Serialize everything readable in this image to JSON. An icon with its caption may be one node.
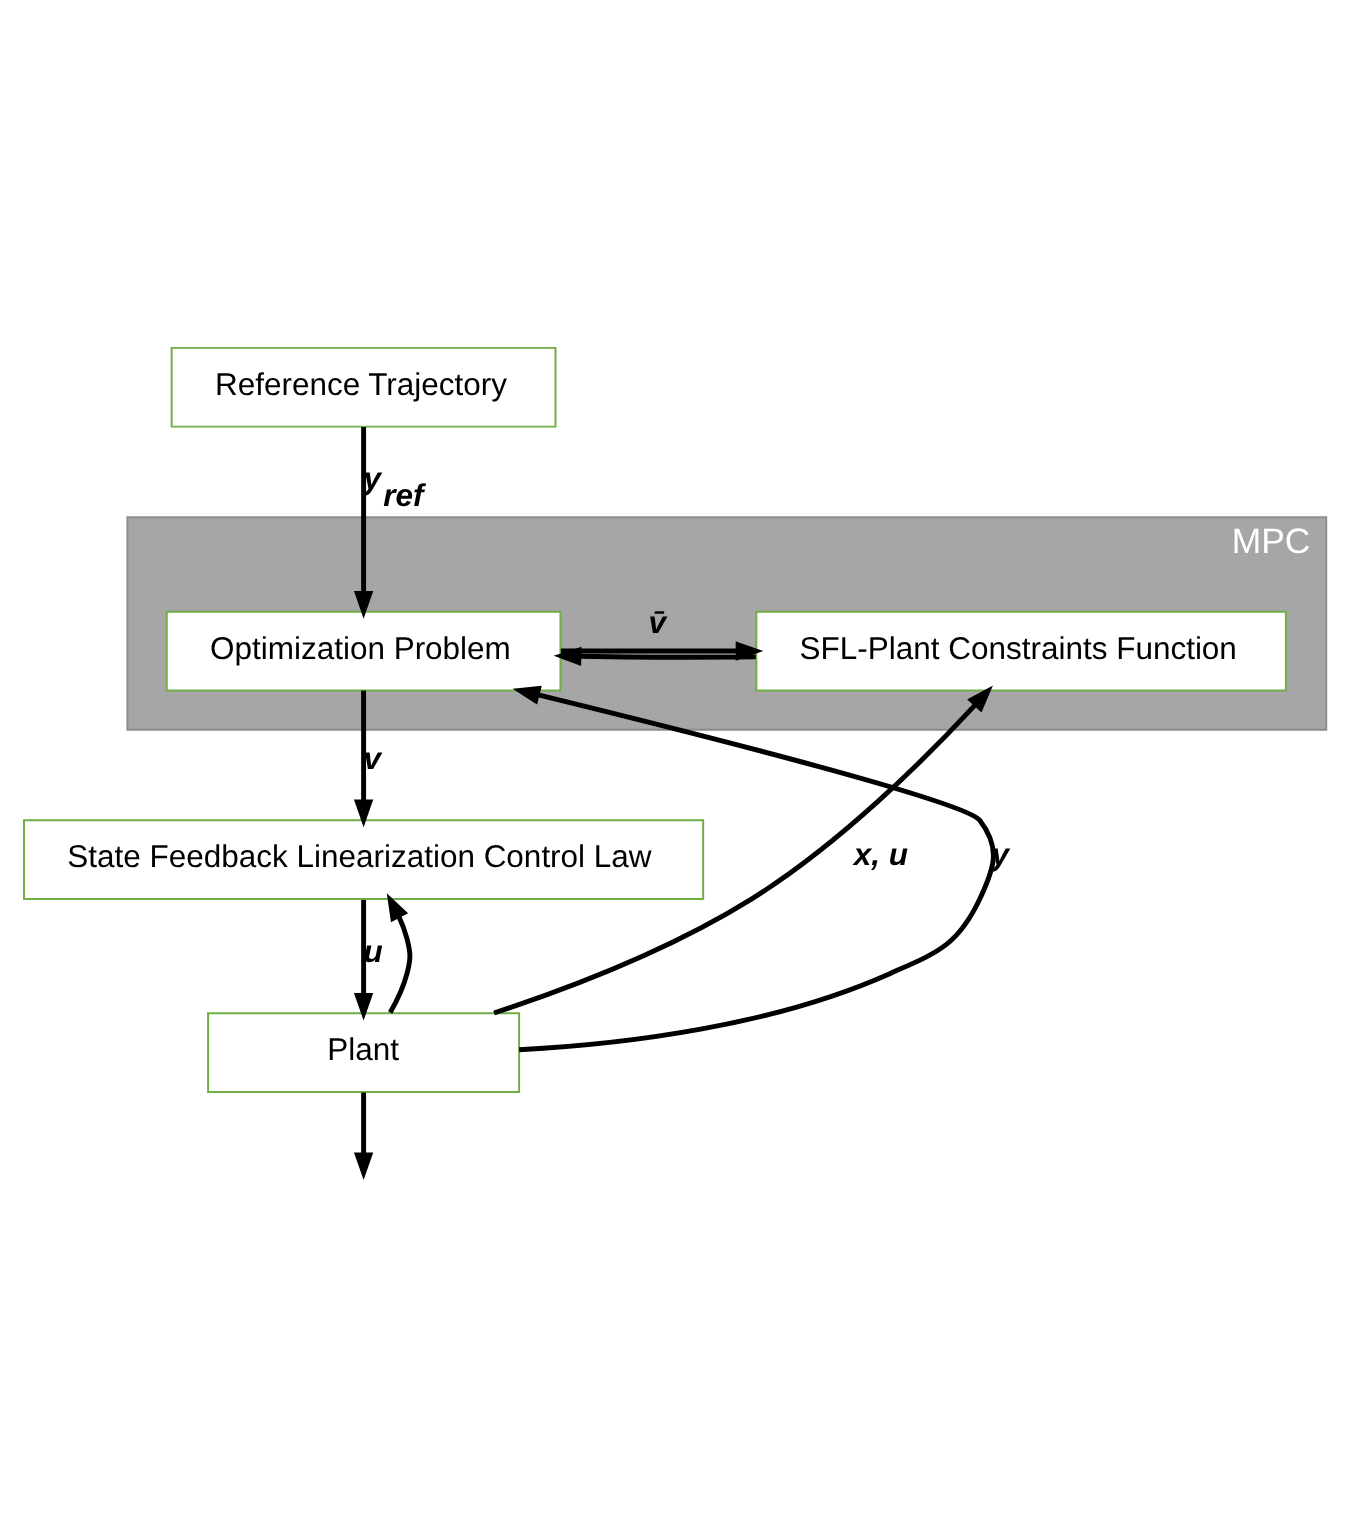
{
  "diagram": {
    "nodes": [
      {
        "text": [
          "MPC"
        ]
      },
      {
        "text": [
          "Reference Trajectory"
        ]
      },
      {
        "text": [
          "SFL-Plant Constraints Function"
        ],
        "in": 0
      },
      {
        "text": [
          "Optimization Problem"
        ],
        "in": 0
      },
      {
        "text": [
          "State Feedback Linearization Control Law"
        ]
      },
      {
        "text": [
          "Plant"
        ]
      }
    ],
    "edges": [
      {
        "from": 1,
        "to": 3,
        "arrow": "to",
        "label": "y$_{ref}$"
      },
      {
        "from": 2,
        "to": 3,
        "arrow": "to"
      },
      {
        "from": 3,
        "to": 2,
        "arrow": "to",
        "label": "v̄"
      },
      {
        "from": 3,
        "to": 4,
        "arrow": "to",
        "label": "v"
      },
      {
        "from": 4,
        "to": 5,
        "arrow": "to",
        "label": "u"
      },
      {
        "from": 5,
        "to": 2,
        "arrow": "to",
        "label": "x, u"
      },
      {
        "from": 5,
        "to": 4,
        "arrow": "to"
      },
      {
        "from": 5,
        "to": 3,
        "arrow": "to",
        "label": "y"
      },
      {
        "from": 5,
        "to": null,
        "arrow": "to"
      }
    ]
  }
}
